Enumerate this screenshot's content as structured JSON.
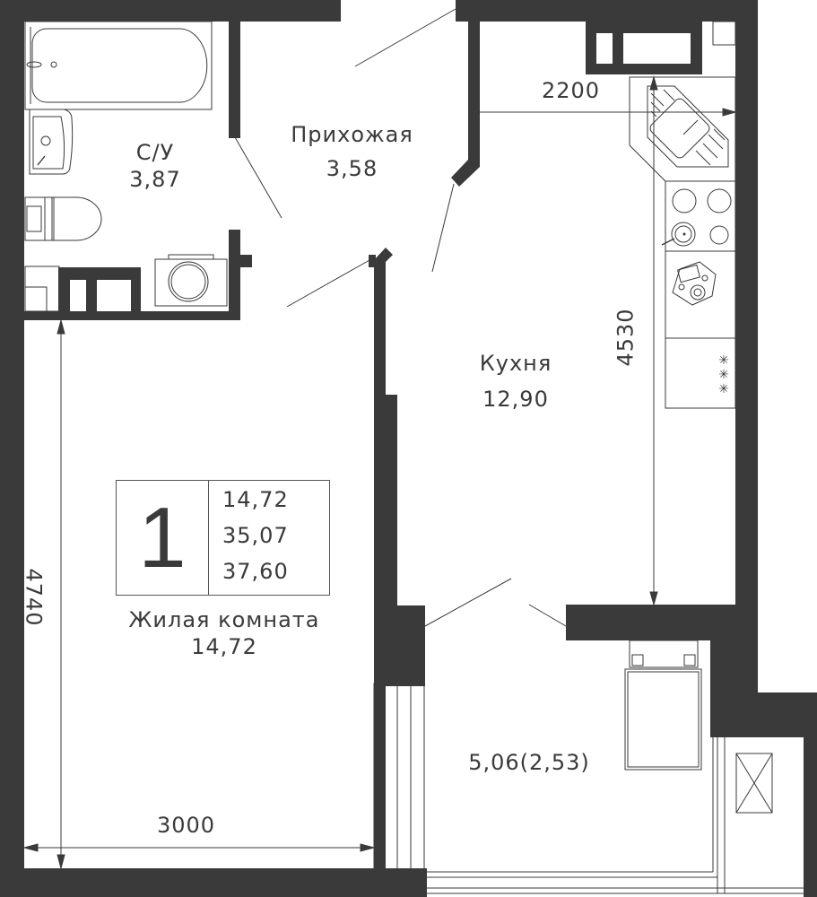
{
  "plan": {
    "colors": {
      "wall": "#3a3a3a",
      "background": "#ffffff",
      "line": "#3a3a3a"
    },
    "rooms": [
      {
        "name": "С/У",
        "area": "3,87"
      },
      {
        "name": "Прихожая",
        "area": "3,58"
      },
      {
        "name": "Кухня",
        "area": "12,90"
      },
      {
        "name": "Жилая комната",
        "area": "14,72"
      },
      {
        "name": "",
        "area": "5,06(2,53)"
      }
    ],
    "summary": {
      "rooms_count": "1",
      "living_area": "14,72",
      "total_area": "35,07",
      "total_area_with_balcony": "37,60"
    },
    "dimensions": {
      "kitchen_width": "2200",
      "kitchen_length": "4530",
      "room_length": "4740",
      "room_width": "3000"
    },
    "fixtures": [
      "bathtub-icon",
      "sink-icon",
      "toilet-icon",
      "washing-machine-icon",
      "kitchen-sink-icon",
      "stove-icon",
      "cooktop-icon",
      "fridge-icon",
      "radiator-icon",
      "window-icon",
      "ventilation-shaft-icon"
    ]
  }
}
